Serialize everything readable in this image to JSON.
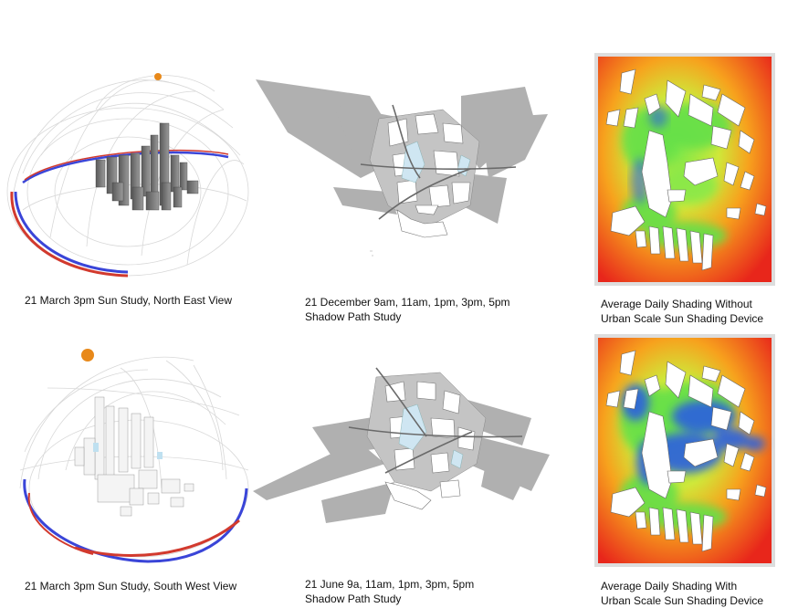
{
  "captions": {
    "sun_ne": "21 March 3pm Sun Study, North East View",
    "shadow_dec_line1": "21 December 9am, 11am, 1pm, 3pm, 5pm",
    "shadow_dec_line2": "Shadow Path Study",
    "shade_without_line1": "Average Daily Shading Without",
    "shade_without_line2": "Urban Scale Sun Shading Device",
    "sun_sw": "21 March 3pm Sun Study, South West View",
    "shadow_jun_line1": "21 June 9a, 11am, 1pm, 3pm, 5pm",
    "shadow_jun_line2": "Shadow Path Study",
    "shade_with_line1": "Average Daily Shading With",
    "shade_with_line2": "Urban Scale Sun Shading Device"
  },
  "colors": {
    "sun": "#e8891a",
    "path_red": "#d23a2e",
    "path_blue": "#3a45d8",
    "shadow_grey": "#9a9a9a",
    "heat_red": "#e8261b",
    "heat_orange": "#f7a21d",
    "heat_green": "#63e04a",
    "heat_blue": "#2c5fe0"
  }
}
